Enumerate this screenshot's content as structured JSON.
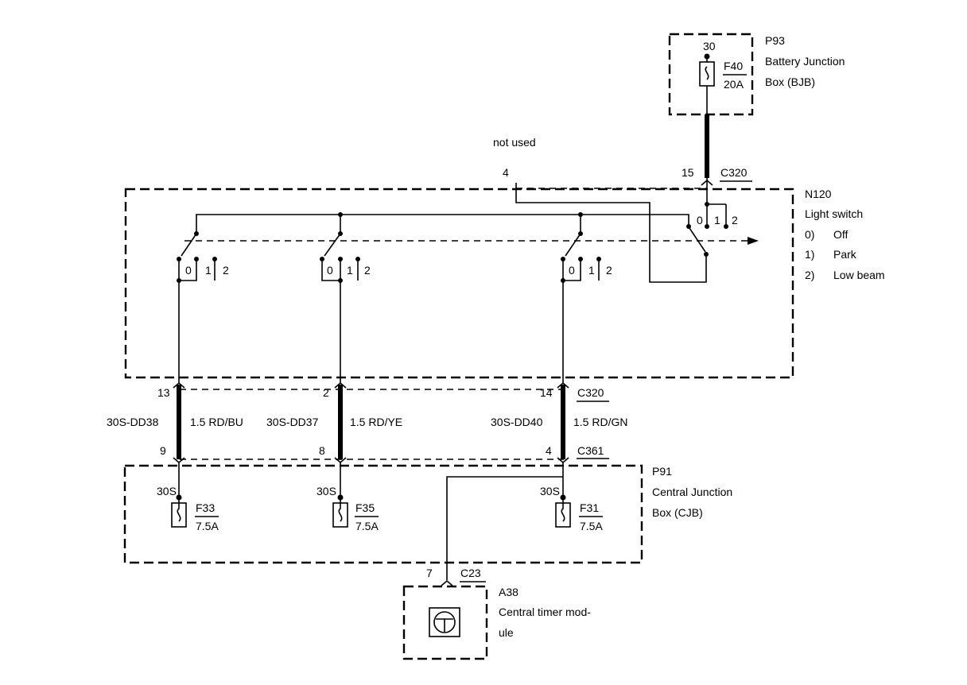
{
  "bjb": {
    "code": "P93",
    "name_line1": "Battery Junction",
    "name_line2": "Box (BJB)",
    "pin": "30",
    "fuse": {
      "id": "F40",
      "rating": "20A"
    }
  },
  "not_used_label": "not used",
  "c320_top": {
    "pin_not_used": "4",
    "pin_feed": "15",
    "connector": "C320"
  },
  "light_switch": {
    "code": "N120",
    "name": "Light switch",
    "positions": [
      {
        "num": "0)",
        "label": "Off"
      },
      {
        "num": "1)",
        "label": "Park"
      },
      {
        "num": "2)",
        "label": "Low beam"
      }
    ],
    "contact_labels": [
      "0",
      "1",
      "2"
    ]
  },
  "circuits": [
    {
      "pin_top": "13",
      "circuit": "30S-DD38",
      "wire": "1.5 RD/BU",
      "pin_bottom": "9",
      "fuse": "F33",
      "rating": "7.5A",
      "terminal": "30S"
    },
    {
      "pin_top": "2",
      "circuit": "30S-DD37",
      "wire": "1.5 RD/YE",
      "pin_bottom": "8",
      "fuse": "F35",
      "rating": "7.5A",
      "terminal": "30S"
    },
    {
      "pin_top": "14",
      "circuit": "30S-DD40",
      "wire": "1.5 RD/GN",
      "pin_bottom": "4",
      "fuse": "F31",
      "rating": "7.5A",
      "terminal": "30S"
    }
  ],
  "connectors": {
    "top": "C320",
    "bottom": "C361"
  },
  "cjb": {
    "code": "P91",
    "name_line1": "Central Junction",
    "name_line2": "Box (CJB)"
  },
  "ctm": {
    "code": "A38",
    "name_line1": "Central timer mod-",
    "name_line2": "ule",
    "pin": "7",
    "connector": "C23"
  }
}
